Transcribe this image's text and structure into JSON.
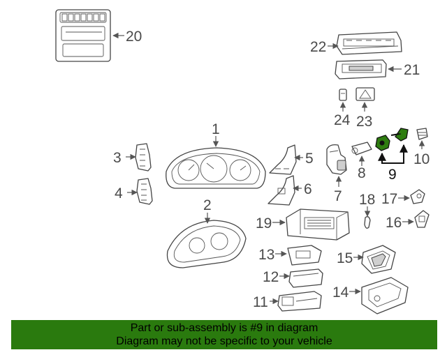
{
  "callouts": {
    "p1": "1",
    "p2": "2",
    "p3": "3",
    "p4": "4",
    "p5": "5",
    "p6": "6",
    "p7": "7",
    "p8": "8",
    "p9": "9",
    "p10": "10",
    "p11": "11",
    "p12": "12",
    "p13": "13",
    "p14": "14",
    "p15": "15",
    "p16": "16",
    "p17": "17",
    "p18": "18",
    "p19": "19",
    "p20": "20",
    "p21": "21",
    "p22": "22",
    "p23": "23",
    "p24": "24"
  },
  "highlight_color": "#2e7d10",
  "banner": {
    "line1": "Part or sub-assembly is #9 in diagram",
    "line2": "Diagram may not be specific to your vehicle",
    "background": "#2a7a0e"
  }
}
